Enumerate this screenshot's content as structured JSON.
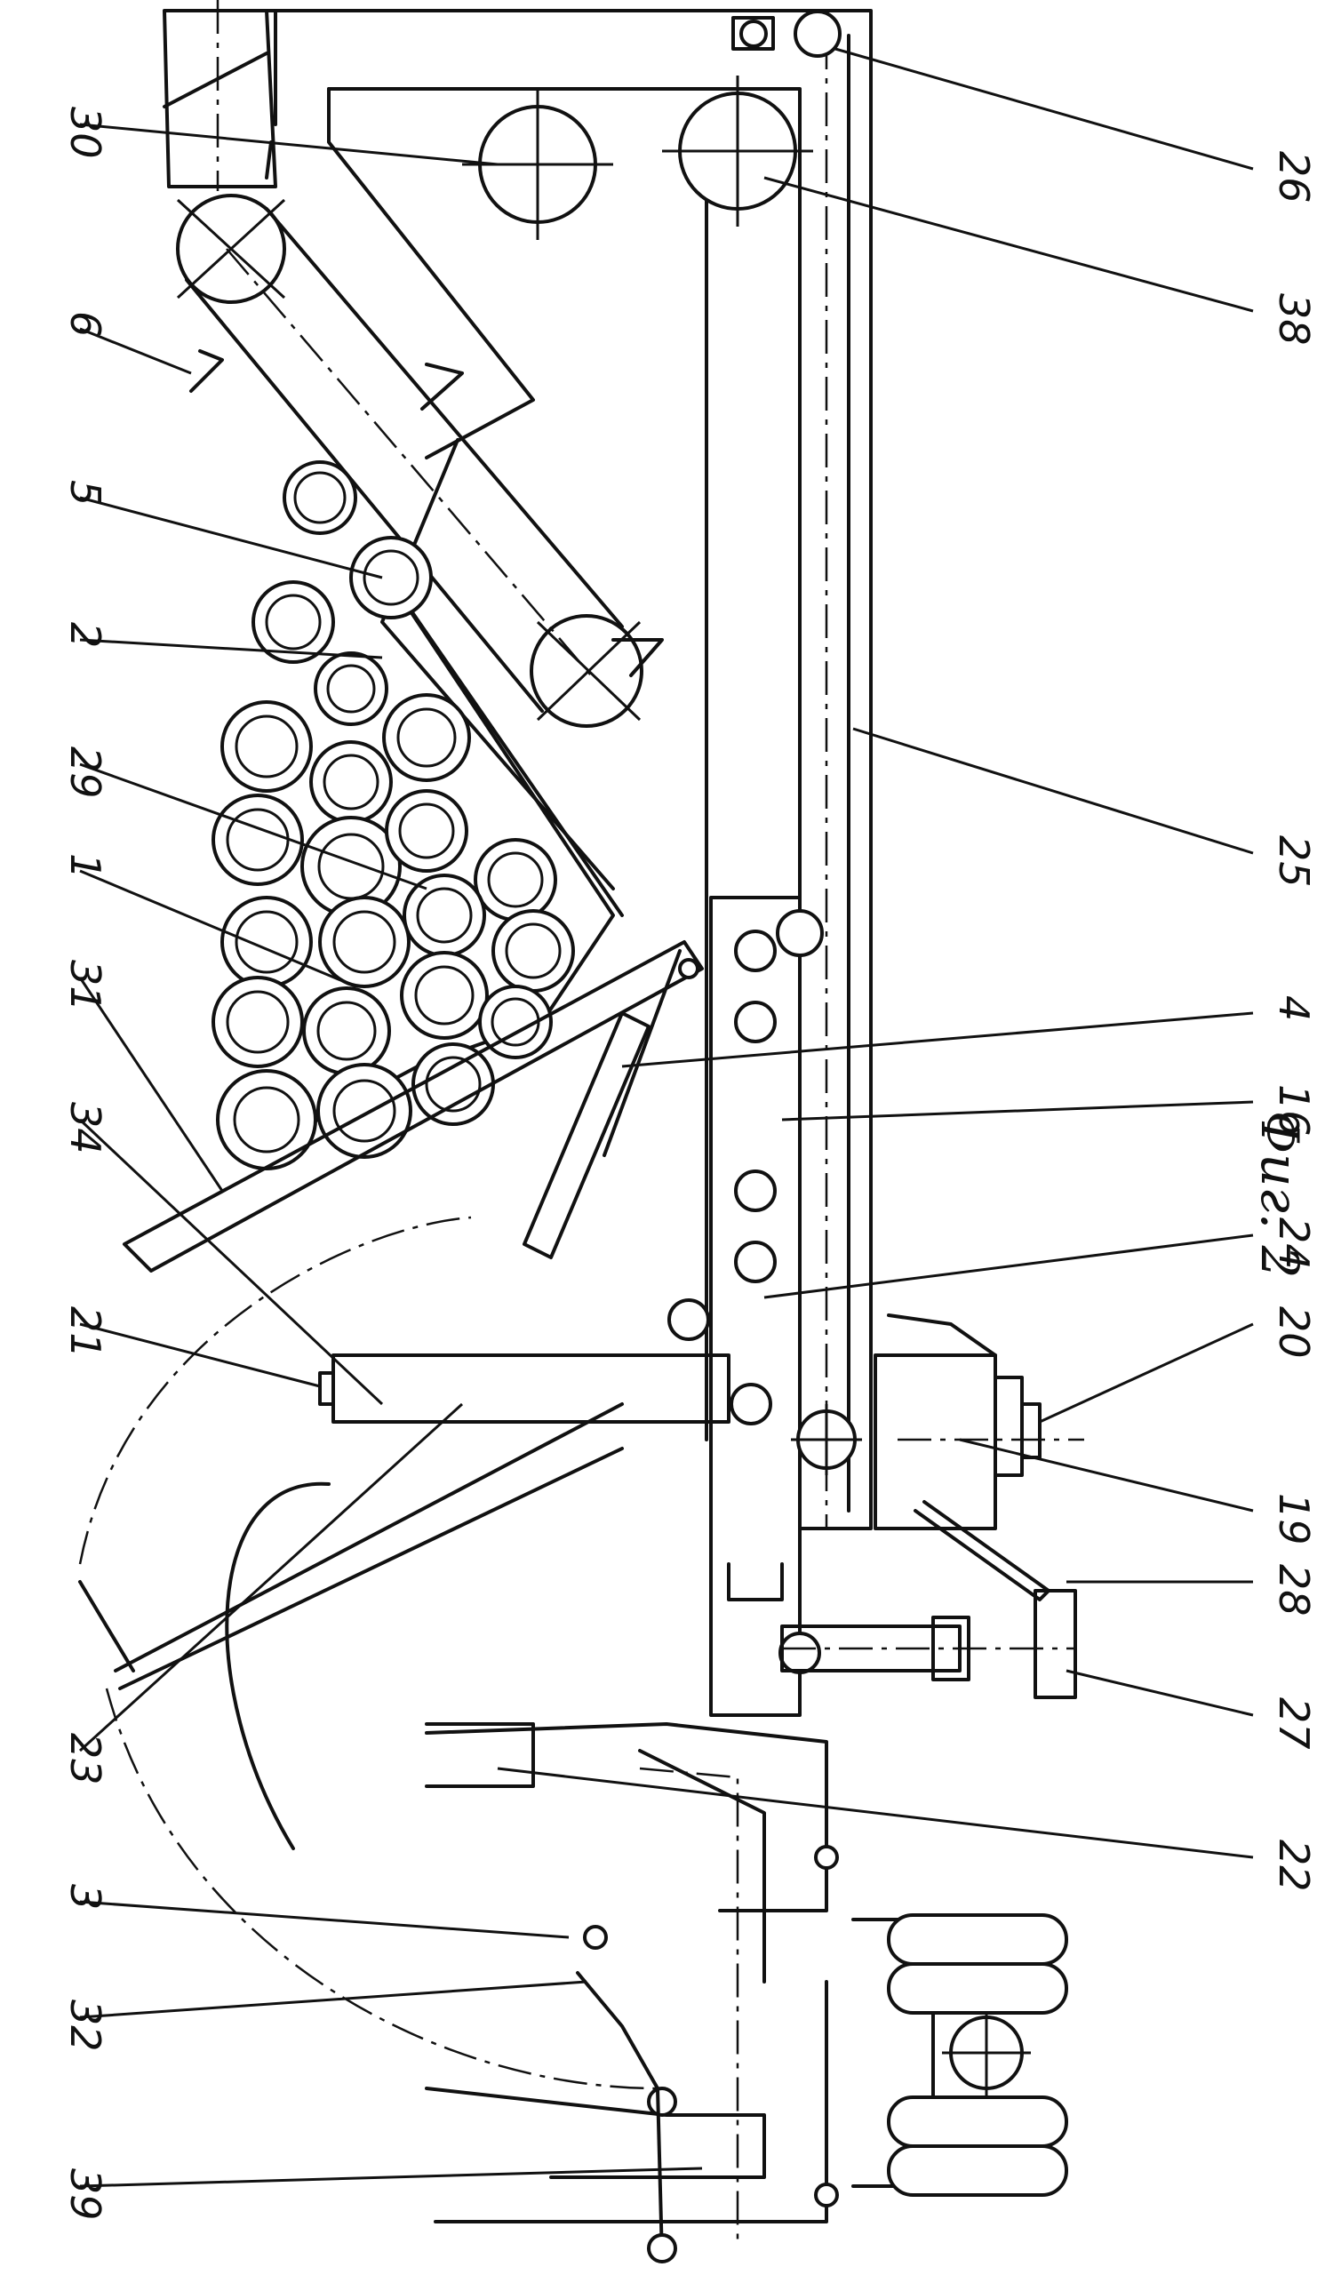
{
  "figure": {
    "caption": "Фиг. 2",
    "labels": [
      "30",
      "6",
      "5",
      "2",
      "29",
      "1",
      "31",
      "34",
      "21",
      "23",
      "3",
      "32",
      "39",
      "26",
      "38",
      "25",
      "4",
      "16",
      "24",
      "20",
      "19",
      "28",
      "27",
      "22"
    ]
  }
}
